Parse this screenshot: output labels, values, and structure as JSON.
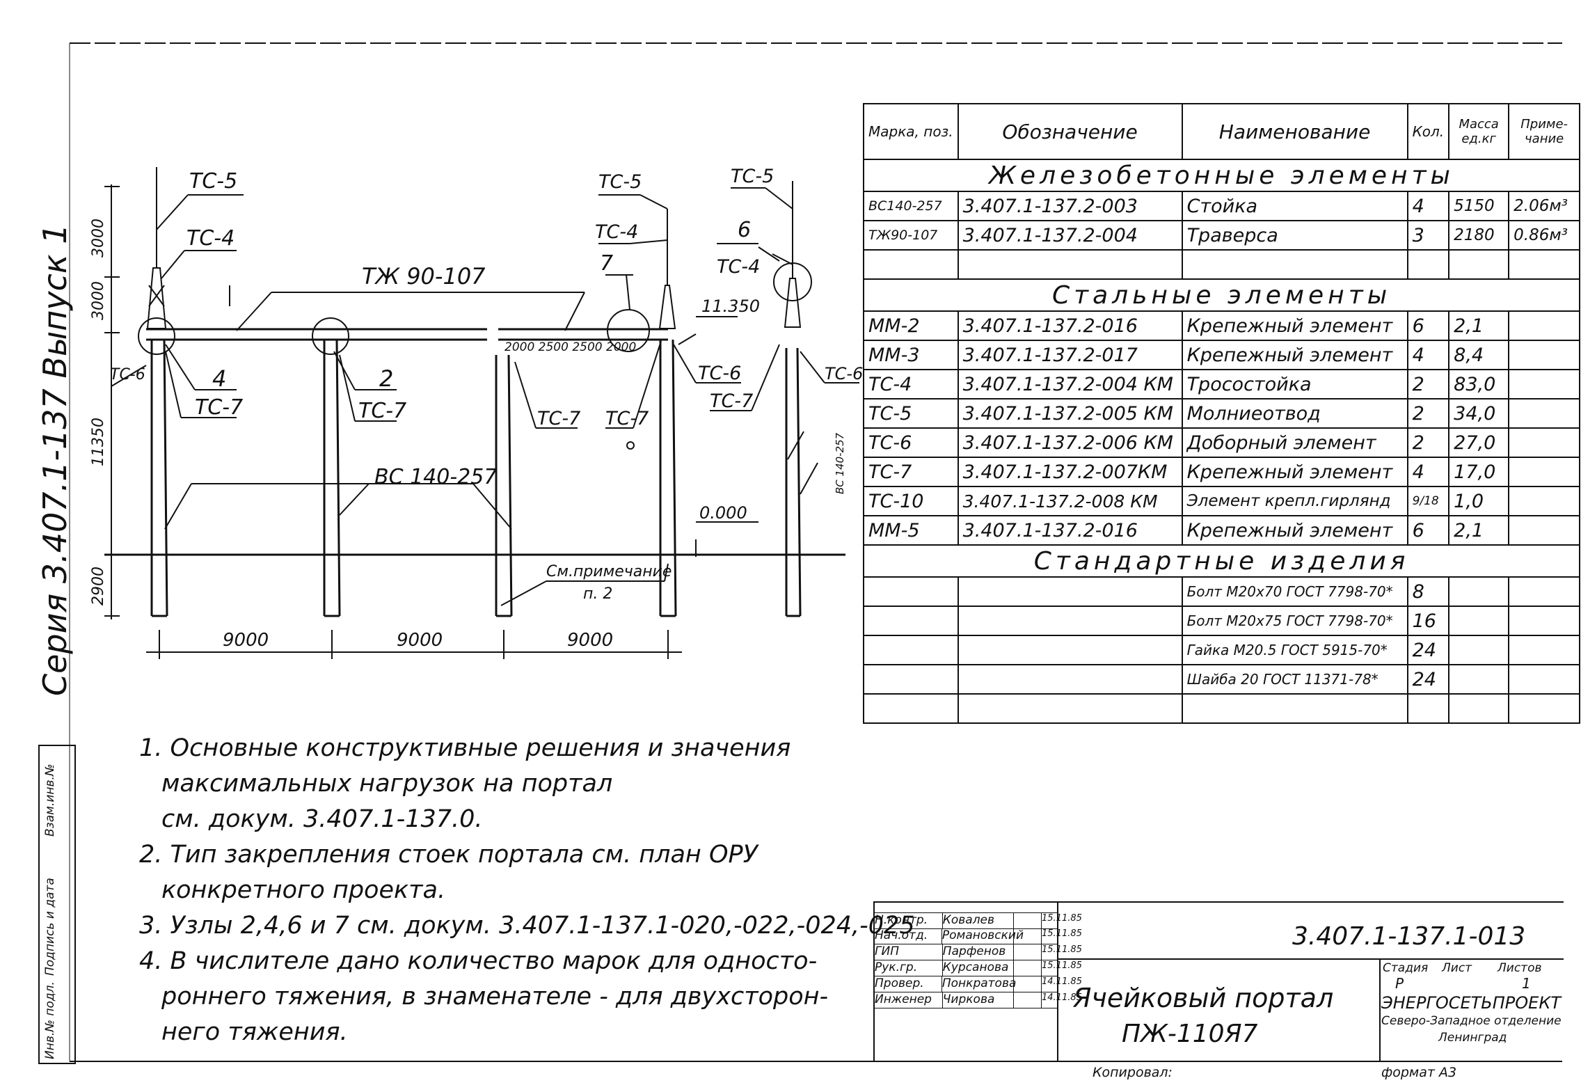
{
  "side_label": "Серия 3.407.1-137 Выпуск 1",
  "drawing": {
    "labels": {
      "tc5_a": "ТС-5",
      "tc4_a": "ТС-4",
      "tc5_b": "ТС-5",
      "tc4_b": "ТС-4",
      "tc5_c": "ТС-5",
      "tc4_c": "ТС-4",
      "tc6_a": "ТС-6",
      "tc6_b": "ТС-6",
      "tc6_c": "ТС-6",
      "tc7_a": "ТС-7",
      "tc7_b": "ТС-7",
      "tc7_c": "ТС-7",
      "tc7_d": "ТС-7",
      "tc7_e": "ТС-7",
      "node4": "4",
      "node2": "2",
      "node7": "7",
      "node6": "6",
      "beam": "ТЖ 90-107",
      "column": "ВС 140-257",
      "column_side": "ВС 140-257",
      "elev_top": "11.350",
      "elev_zero": "0.000",
      "note_ref": "См.примечание",
      "note_ref_p": "п. 2",
      "dim_3000": "3000",
      "dim_3000b": "3000",
      "dim_11350": "11350",
      "dim_2900": "2900",
      "dim_span1": "9000",
      "dim_span2": "9000",
      "dim_span3": "9000",
      "dim_small": "2000 2500 2500 2000"
    }
  },
  "table": {
    "headers": {
      "c1": "Марка, поз.",
      "c2": "Обозначение",
      "c3": "Наименование",
      "c4": "Кол.",
      "c5": "Масса ед.кг",
      "c6": "Приме-чание"
    },
    "sections": {
      "rc": "Железобетонные элементы",
      "steel": "Стальные элементы",
      "std": "Стандартные изделия"
    },
    "rc_rows": [
      {
        "mark": "ВС140-257",
        "code": "3.407.1-137.2-003",
        "name": "Стойка",
        "qty": "4",
        "mass": "5150",
        "note": "2.06м³"
      },
      {
        "mark": "ТЖ90-107",
        "code": "3.407.1-137.2-004",
        "name": "Траверса",
        "qty": "3",
        "mass": "2180",
        "note": "0.86м³"
      },
      {
        "mark": "",
        "code": "",
        "name": "",
        "qty": "",
        "mass": "",
        "note": ""
      }
    ],
    "steel_rows": [
      {
        "mark": "ММ-2",
        "code": "3.407.1-137.2-016",
        "name": "Крепежный элемент",
        "qty": "6",
        "mass": "2,1",
        "note": ""
      },
      {
        "mark": "ММ-3",
        "code": "3.407.1-137.2-017",
        "name": "Крепежный элемент",
        "qty": "4",
        "mass": "8,4",
        "note": ""
      },
      {
        "mark": "ТС-4",
        "code": "3.407.1-137.2-004 КМ",
        "name": "Тросостойка",
        "qty": "2",
        "mass": "83,0",
        "note": ""
      },
      {
        "mark": "ТС-5",
        "code": "3.407.1-137.2-005 КМ",
        "name": "Молниеотвод",
        "qty": "2",
        "mass": "34,0",
        "note": ""
      },
      {
        "mark": "ТС-6",
        "code": "3.407.1-137.2-006 КМ",
        "name": "Доборный элемент",
        "qty": "2",
        "mass": "27,0",
        "note": ""
      },
      {
        "mark": "ТС-7",
        "code": "3.407.1-137.2-007КМ",
        "name": "Крепежный элемент",
        "qty": "4",
        "mass": "17,0",
        "note": ""
      },
      {
        "mark": "ТС-10",
        "code": "3.407.1-137.2-008 КМ",
        "name": "Элемент крепл.гирлянд",
        "qty": "9/18",
        "mass": "1,0",
        "note": ""
      },
      {
        "mark": "ММ-5",
        "code": "3.407.1-137.2-016",
        "name": "Крепежный элемент",
        "qty": "6",
        "mass": "2,1",
        "note": ""
      }
    ],
    "std_rows": [
      {
        "mark": "",
        "code": "",
        "name": "Болт М20х70 ГОСТ 7798-70*",
        "qty": "8",
        "mass": "",
        "note": ""
      },
      {
        "mark": "",
        "code": "",
        "name": "Болт М20х75 ГОСТ 7798-70*",
        "qty": "16",
        "mass": "",
        "note": ""
      },
      {
        "mark": "",
        "code": "",
        "name": "Гайка М20.5 ГОСТ 5915-70*",
        "qty": "24",
        "mass": "",
        "note": ""
      },
      {
        "mark": "",
        "code": "",
        "name": "Шайба 20 ГОСТ 11371-78*",
        "qty": "24",
        "mass": "",
        "note": ""
      },
      {
        "mark": "",
        "code": "",
        "name": "",
        "qty": "",
        "mass": "",
        "note": ""
      }
    ]
  },
  "notes": [
    "1. Основные конструктивные решения и значения",
    "максимальных нагрузок на портал",
    "см. докум. 3.407.1-137.0.",
    "2. Тип закрепления стоек портала см. план ОРУ",
    "конкретного проекта.",
    "3. Узлы 2,4,6 и 7 см. докум. 3.407.1-137.1-020,-022,-024,-025",
    "4. В числителе дано количество марок для односто-",
    "роннего тяжения, в знаменателе - для двухсторон-",
    "него тяжения."
  ],
  "title_block": {
    "doc_code": "3.407.1-137.1-013",
    "title_line1": "Ячейковый портал",
    "title_line2": "ПЖ-110Я7",
    "stage_hdr": "Стадия",
    "sheet_hdr": "Лист",
    "sheets_hdr": "Листов",
    "stage": "Р",
    "sheet": "",
    "sheets": "1",
    "org1": "ЭНЕРГОСЕТЬПРОЕКТ",
    "org2": "Северо-Западное отделение",
    "org3": "Ленинград",
    "people": [
      {
        "role": "Н.контр.",
        "name": "Ковалев",
        "date": "15.11.85"
      },
      {
        "role": "Нач.отд.",
        "name": "Романовский",
        "date": "15.11.85"
      },
      {
        "role": "ГИП",
        "name": "Парфенов",
        "date": "15.11.85"
      },
      {
        "role": "Рук.гр.",
        "name": "Курсанова",
        "date": "15.11.85"
      },
      {
        "role": "Провер.",
        "name": "Понкратова",
        "date": "14.11.85"
      },
      {
        "role": "Инженер",
        "name": "Чиркова",
        "date": "14.11.85"
      }
    ],
    "copied": "Копировал:",
    "format": "формат А3"
  },
  "stamp_labels": [
    "Инв.№ подл.",
    "Подпись и дата",
    "Взам.инв.№"
  ]
}
